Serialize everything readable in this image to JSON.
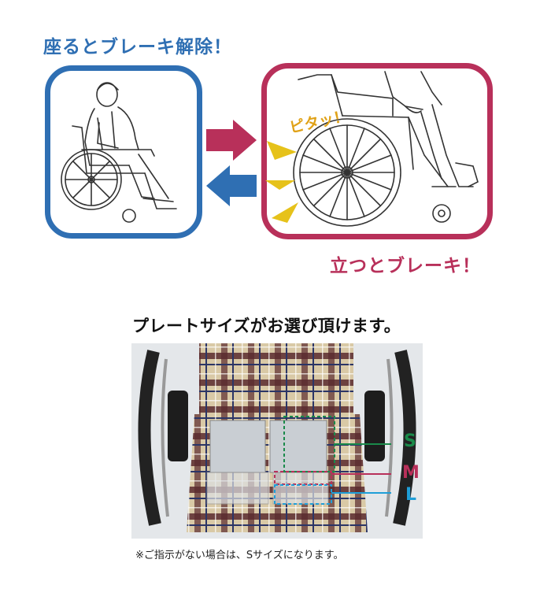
{
  "top": {
    "sit_title": "座るとブレーキ解除！",
    "stand_title": "立つとブレーキ！",
    "pita_text": "ピタッ！",
    "colors": {
      "blue": "#2f6fb3",
      "red": "#b8305a",
      "yellow": "#e6c21a"
    }
  },
  "plate": {
    "title": "プレートサイズがお選び頂けます。",
    "sizes": [
      {
        "label": "S",
        "color": "#1a8a4a"
      },
      {
        "label": "M",
        "color": "#b8305a"
      },
      {
        "label": "L",
        "color": "#1f9fd8"
      }
    ],
    "note": "※ご指示がない場合は、Sサイズになります。"
  }
}
